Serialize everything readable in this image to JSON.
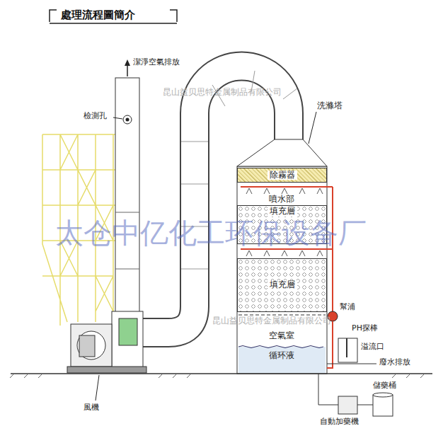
{
  "diagram": {
    "title": "處理流程圖簡介",
    "nodes": [
      {
        "text": [
          "除霧器"
        ]
      },
      {
        "text": [
          "填充層"
        ]
      },
      {
        "text": [
          "填充層"
        ]
      }
    ],
    "labels": [
      "潔淨空氣排放",
      "檢測孔",
      "洗滌塔",
      "噴水部",
      "空氣室",
      "循环液",
      "幫浦",
      "PH探棒",
      "溢流口",
      "廢水排放",
      "儲藥桶",
      "自動加藥機",
      "風機",
      "昆山益贝思特金属制品有限公司",
      "太仓中亿化工环保设备厂",
      "昆山益贝思特金属制品有限公司"
    ]
  }
}
